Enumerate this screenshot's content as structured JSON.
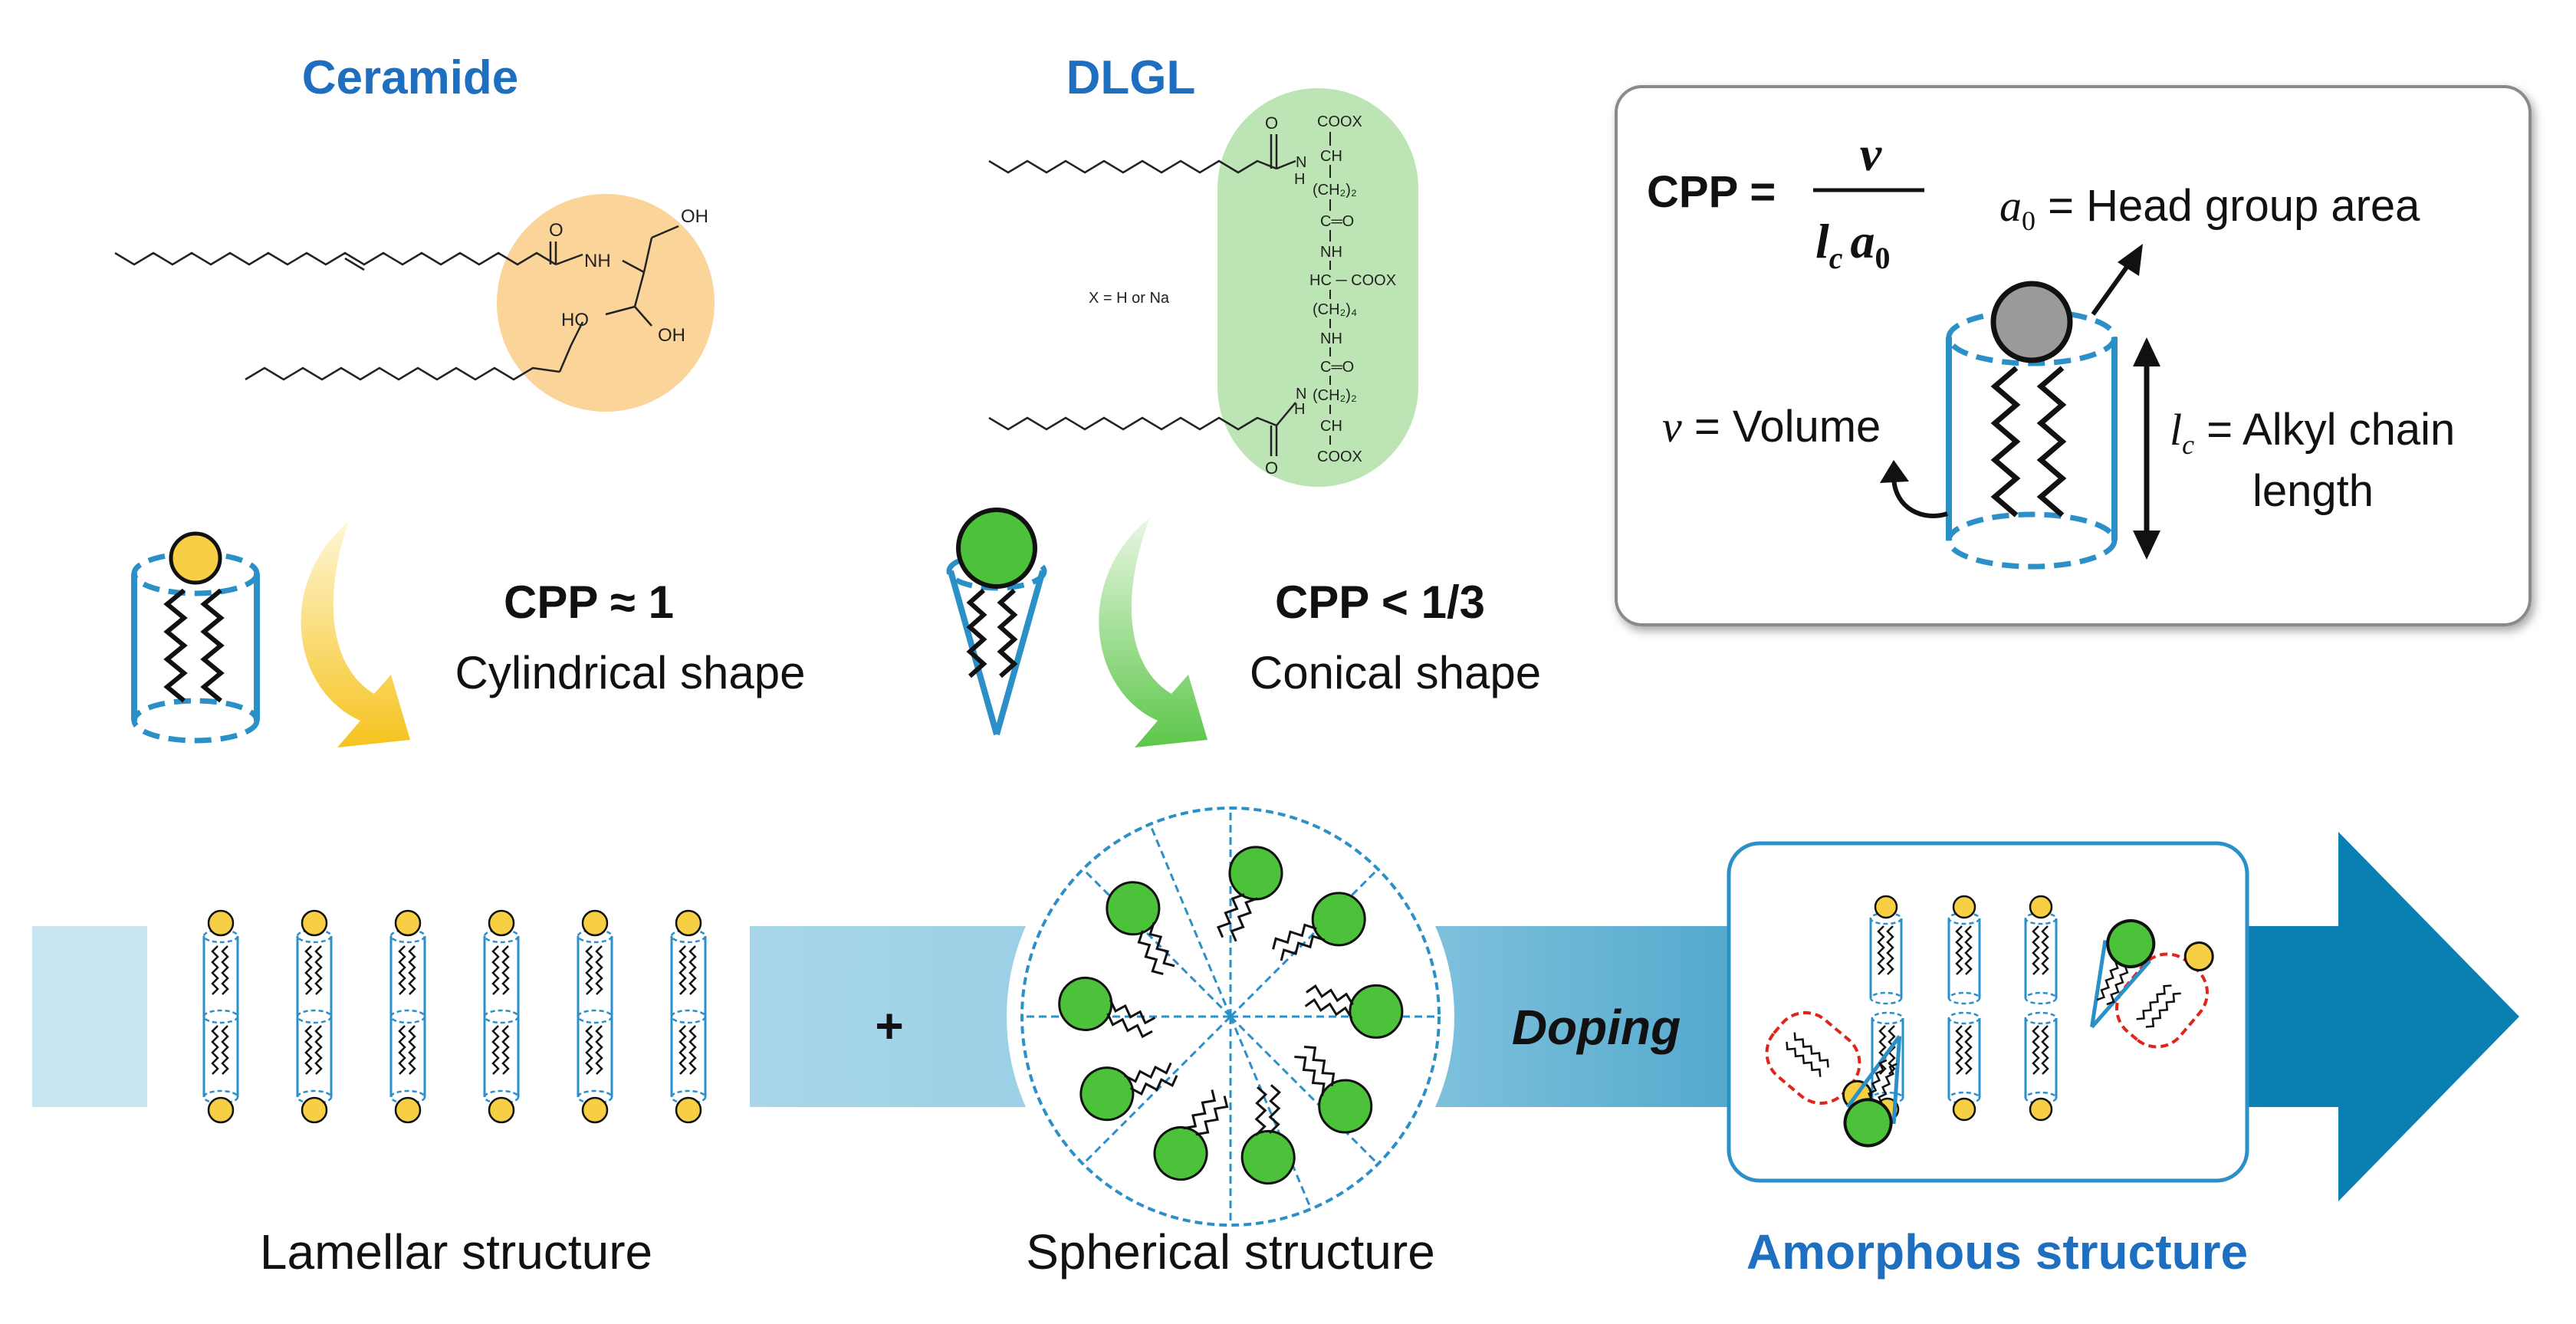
{
  "titles": {
    "ceramide": "Ceramide",
    "dlgl": "DLGL"
  },
  "dlgl_structure": {
    "cooh_top": "COOX",
    "ch_top": "CH",
    "nh_left_top": "N",
    "h_top": "H",
    "ch2_a": "(CH₂)₂",
    "co_a": "C═O",
    "nh_a": "NH",
    "hc_cooh": "HC ─ COOX",
    "ch2_4": "(CH₂)₄",
    "nh_b": "NH",
    "co_b": "C═O",
    "nh_left_bot": "N",
    "h_bot": "H",
    "ch2_b": "(CH₂)₂",
    "ch_bot": "CH",
    "cooh_bot": "COOX",
    "o_top": "O",
    "o_bot": "O",
    "x_note": "X = H or Na"
  },
  "ceramide_structure": {
    "oh_top": "OH",
    "o": "O",
    "nh": "NH",
    "ho": "HO",
    "oh_mid": "OH"
  },
  "cpp_box": {
    "cpp_label": "CPP =",
    "numerator": "v",
    "denominator_l": "l",
    "denominator_c": "c",
    "denominator_a": "a",
    "denominator_0": "0",
    "head_symbol": "a",
    "head_sub": "0",
    "head_text": " = Head group area",
    "volume_symbol": "v",
    "volume_text": " = Volume",
    "alkyl_symbol": "l",
    "alkyl_sub": "c",
    "alkyl_text_1": " = Alkyl chain",
    "alkyl_text_2": "length"
  },
  "shapes": {
    "ceramide_cpp": "CPP ≈ 1",
    "ceramide_shape": "Cylindrical shape",
    "dlgl_cpp": "CPP < 1/3",
    "dlgl_shape": "Conical shape"
  },
  "process": {
    "plus": "+",
    "doping": "Doping"
  },
  "labels": {
    "lamellar": "Lamellar structure",
    "spherical": "Spherical structure",
    "amorphous": "Amorphous structure"
  },
  "colors": {
    "title_blue": "#1f6fc0",
    "cyl_blue": "#2b8fc8",
    "yellow": "#f7cf44",
    "green": "#4bc23a",
    "orange_bg": "#fbd49a",
    "green_bg": "#bde4b4",
    "grey": "#9a9a9a",
    "red": "#e0241b",
    "band_light": "#c4e2ef",
    "band_dark": "#0c86b7"
  }
}
